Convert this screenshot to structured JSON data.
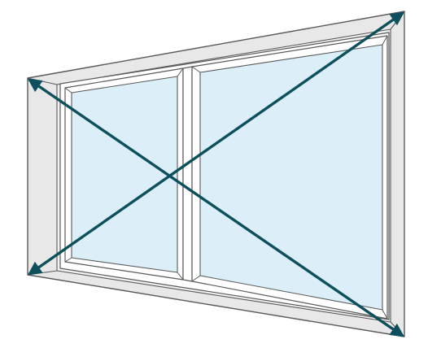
{
  "diagram": {
    "subject": "window-diagonal-measurement",
    "colors": {
      "background": "#ffffff",
      "reveal_fill": "#e8e8e8",
      "frame_fill": "#ffffff",
      "outline": "#5a5a5a",
      "glass_fill": "#dceef7",
      "arrow": "#0e4f5e"
    },
    "components": [
      {
        "name": "outer-frame"
      },
      {
        "name": "window-sash-left"
      },
      {
        "name": "window-sash-right"
      },
      {
        "name": "glass-pane-left"
      },
      {
        "name": "glass-pane-right"
      }
    ],
    "arrows": [
      {
        "name": "diagonal-arrow-top-left-to-bottom-right",
        "heads": "both"
      },
      {
        "name": "diagonal-arrow-bottom-left-to-top-right",
        "heads": "both"
      }
    ]
  }
}
